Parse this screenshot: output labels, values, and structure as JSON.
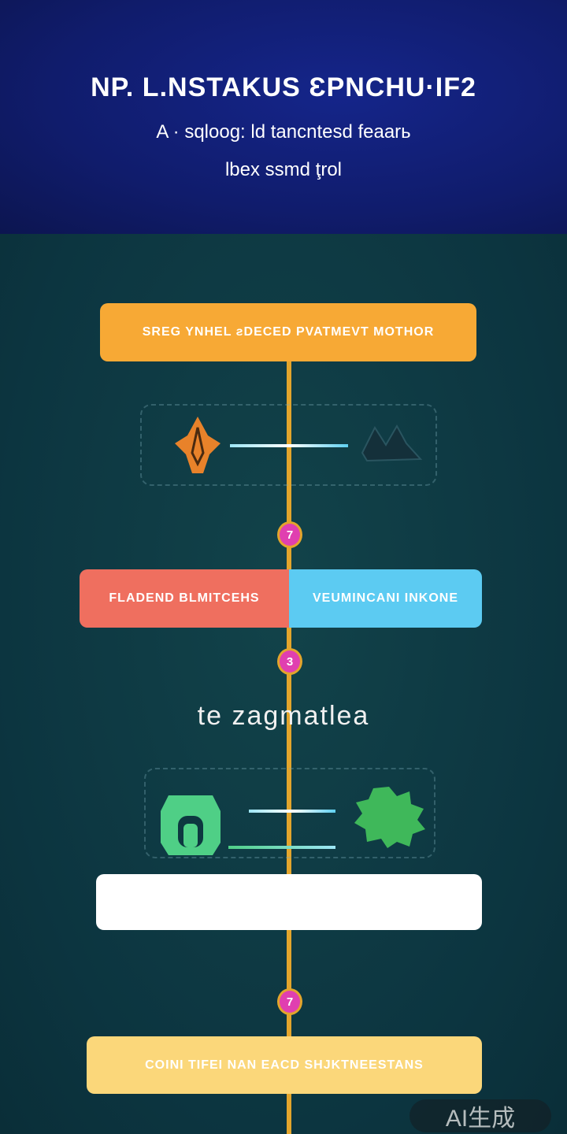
{
  "header": {
    "title": "NP. L.NSTAKUS ƐPNCHU·IF2",
    "subtitle_line1": "A · sqloog: ld tancntesd feaarь",
    "subtitle_line2": "lbex ssmd ţrol"
  },
  "steps": [
    {
      "label": "SREG YNHEL ƨDECED PVATMEVT MOTHOR",
      "color": "#f7a935"
    },
    {
      "badge": "7"
    },
    {
      "left_label": "FLADEND BLMITCEHS",
      "right_label": "VEUMINCANI INKONE",
      "left_color": "#ef6f5f",
      "right_color": "#5ccbf2"
    },
    {
      "badge": "3"
    },
    {
      "heading": "te zagmatlea"
    },
    {
      "badge": "7"
    },
    {
      "label": "COINI TIFEI NAN EACD SHJKTNEESTANS",
      "color": "#fbd77a"
    }
  ],
  "watermark": "AI生成"
}
